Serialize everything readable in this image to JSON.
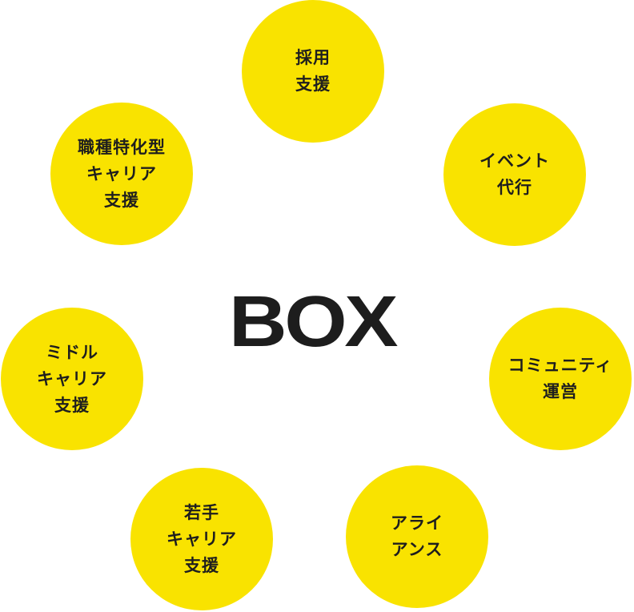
{
  "center_logo": "BOX",
  "colors": {
    "circle": "#f9e300",
    "text": "#1e1e1e"
  },
  "services": [
    {
      "lines": [
        "採用",
        "支援"
      ]
    },
    {
      "lines": [
        "イベント",
        "代行"
      ]
    },
    {
      "lines": [
        "コミュニティ",
        "運営"
      ]
    },
    {
      "lines": [
        "アライ",
        "アンス"
      ]
    },
    {
      "lines": [
        "若手",
        "キャリア",
        "支援"
      ]
    },
    {
      "lines": [
        "ミドル",
        "キャリア",
        "支援"
      ]
    },
    {
      "lines": [
        "職種特化型",
        "キャリア",
        "支援"
      ]
    }
  ]
}
